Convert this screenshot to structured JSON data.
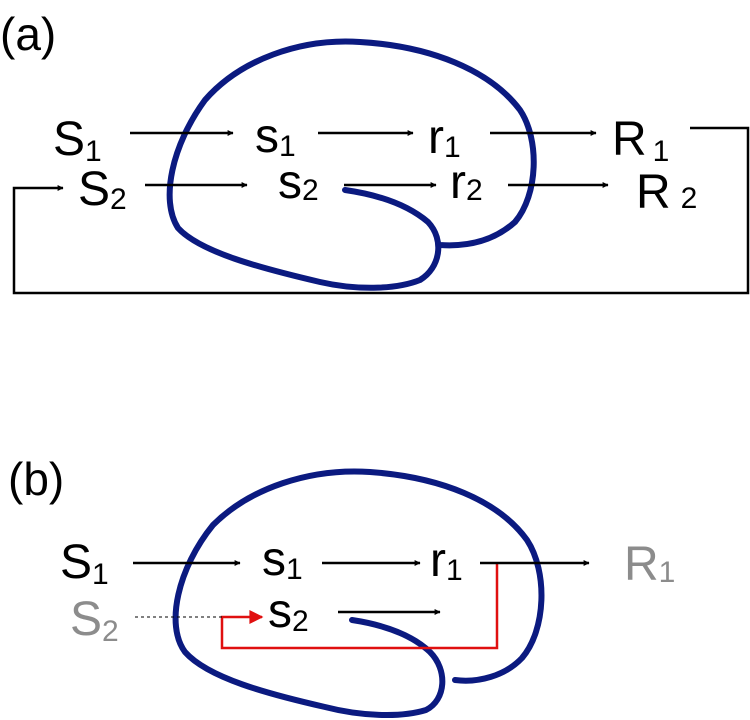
{
  "panels": {
    "a": {
      "label": "(a)",
      "row1": {
        "S_base": "S",
        "S_sub": "1",
        "s_base": "s",
        "s_sub": "1",
        "r_base": "r",
        "r_sub": "1",
        "R_base": "R",
        "R_sub": "1"
      },
      "row2": {
        "S_base": "S",
        "S_sub": "2",
        "s_base": "s",
        "s_sub": "2",
        "r_base": "r",
        "r_sub": "2",
        "R_base": "R",
        "R_sub": "2"
      }
    },
    "b": {
      "label": "(b)",
      "row1": {
        "S_base": "S",
        "S_sub": "1",
        "s_base": "s",
        "s_sub": "1",
        "r_base": "r",
        "r_sub": "1",
        "R_base": "R",
        "R_sub": "1"
      },
      "row2": {
        "S_base": "S",
        "S_sub": "2",
        "s_base": "s",
        "s_sub": "2"
      }
    }
  },
  "colors": {
    "text": "#000000",
    "faded": "#8c8c8c",
    "brain": "#0b1a80",
    "feedback": "#e01010",
    "line": "#000000"
  }
}
